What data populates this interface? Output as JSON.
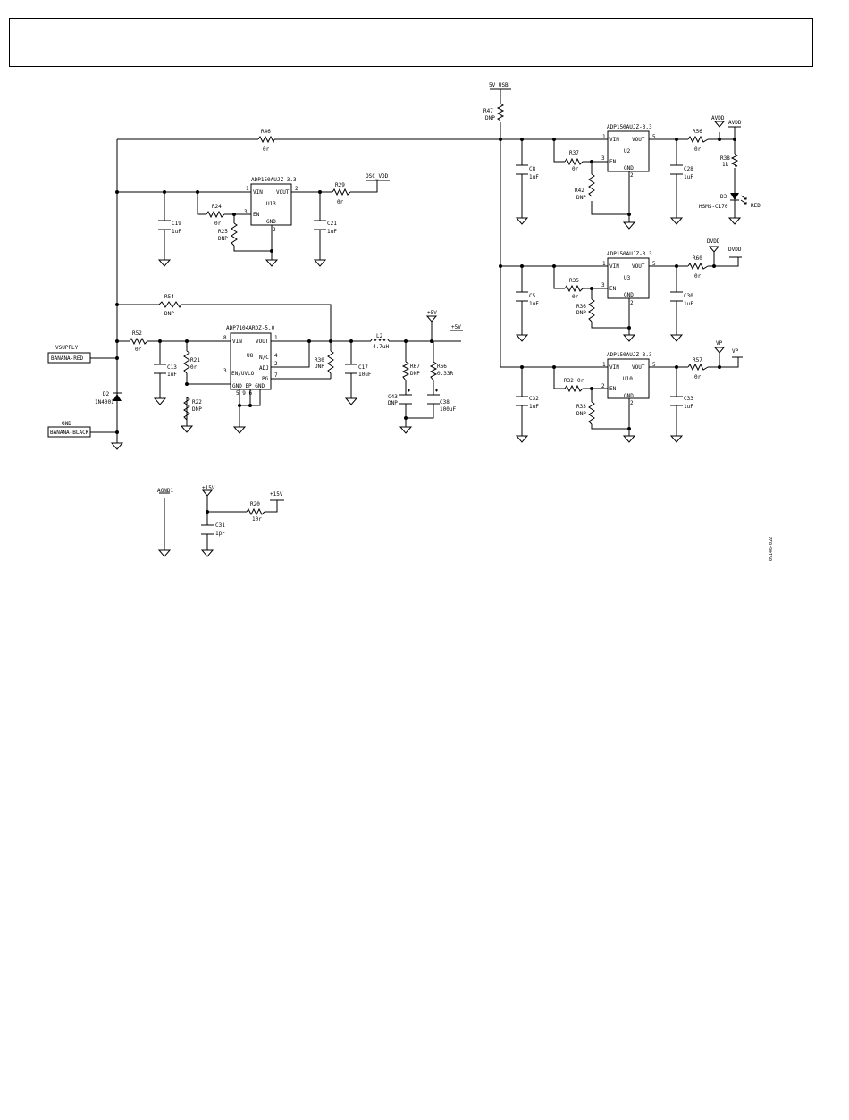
{
  "title_block": "",
  "figure_id": "09146-022",
  "labels": {
    "r46": "R46",
    "r46v": "0r",
    "r47": "R47",
    "r47v": "DNP",
    "r37": "R37",
    "r37v": "0r",
    "r42": "R42",
    "r42v": "DNP",
    "r56": "R56",
    "r56v": "0r",
    "r38": "R38",
    "r38v": "1k",
    "d3": "D3",
    "d3v": "HSMS-C170",
    "red": "RED",
    "r24": "R24",
    "r24v": "0r",
    "r25": "R25",
    "r25v": "DNP",
    "r29": "R29",
    "r29v": "0r",
    "r35": "R35",
    "r35v": "0r",
    "r36": "R36",
    "r36v": "DNP",
    "r60": "R60",
    "r60v": "0r",
    "r54": "R54",
    "r54v": "DNP",
    "r52": "R52",
    "r52v": "0r",
    "r21": "R21",
    "r21v": "0r",
    "r22": "R22",
    "r22v": "DNP",
    "r30": "R30",
    "r30v": "DNP",
    "r67": "R67",
    "r67v": "DNP",
    "r66": "R66",
    "r66v": "0.33R",
    "r32": "R32",
    "r32v": "0r",
    "r33": "R33",
    "r33v": "DNP",
    "r57": "R57",
    "r57v": "0r",
    "r20": "R20",
    "r20v": "10r",
    "c8": "C8",
    "c8v": "1uF",
    "c28": "C28",
    "c28v": "1uF",
    "c19": "C19",
    "c19v": "1uF",
    "c21": "C21",
    "c21v": "1uF",
    "c5": "C5",
    "c5v": "1uF",
    "c30": "C30",
    "c30v": "1uF",
    "c13": "C13",
    "c13v": "1uF",
    "c17": "C17",
    "c17v": "10uF",
    "c43": "C43",
    "c43v": "DNP",
    "c38": "C38",
    "c38v": "100uF",
    "c32": "C32",
    "c32v": "1uF",
    "c33": "C33",
    "c33v": "1uF",
    "c31": "C31",
    "c31v": "1pF",
    "l2": "L2",
    "l2v": "4.7uH",
    "d2": "D2",
    "d2v": "1N4001",
    "u2p": "ADP150AUJZ-3.3",
    "u2": "U2",
    "u13p": "ADP150AUJZ-3.3",
    "u13": "U13",
    "u3p": "ADP150AUJZ-3.3",
    "u3": "U3",
    "u10p": "ADP150AUJZ-3.3",
    "u10": "U10",
    "u8p": "ADP7104ARDZ-5.0",
    "u8": "U8",
    "vin": "VIN",
    "vout": "VOUT",
    "en": "EN",
    "gnd": "GND",
    "nc": "N/C",
    "adj": "ADJ",
    "pg": "PG",
    "enuvlo": "EN/UVLO",
    "gndepgnd": "GND  EP  GND",
    "p1": "1",
    "p2": "2",
    "p3": "3",
    "p4": "4",
    "p5": "5",
    "p6": "6",
    "p7": "7",
    "p8": "8",
    "p9": "9",
    "p569": "5   9   6",
    "n5vusb": "5V_USB",
    "navdd": "AVDD",
    "ndvdd": "DVDD",
    "nvp": "VP",
    "nosc": "OSC_VDD",
    "n5v": "+5V",
    "n15v": "+15V",
    "nagnd": "AGND1",
    "nvsupply": "VSUPPLY",
    "ngnd": "GND",
    "banana_red": "BANANA-RED",
    "banana_black": "BANANA-BLACK"
  }
}
